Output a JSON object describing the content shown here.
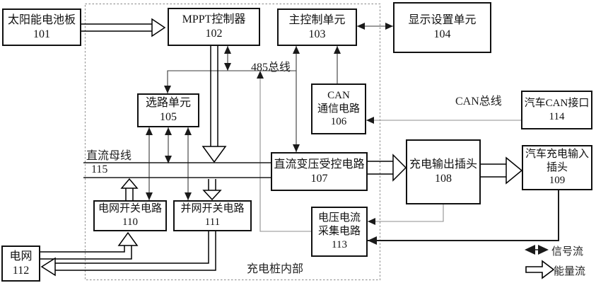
{
  "colors": {
    "box_border": "#111111",
    "signal_line": "#3a3a3a",
    "grey_line": "#8f8f8f",
    "energy_outline": "#000000",
    "dashed_border": "#9a9a9a",
    "background": "#ffffff"
  },
  "boxes": {
    "b101": {
      "lines": [
        "太阳能电池板",
        "101"
      ]
    },
    "b102": {
      "lines": [
        "MPPT控制器",
        "102"
      ]
    },
    "b103": {
      "lines": [
        "主控制单元",
        "103"
      ]
    },
    "b104": {
      "lines": [
        "显示设置单元",
        "104"
      ]
    },
    "b105": {
      "lines": [
        "选路单元",
        "105"
      ]
    },
    "b106": {
      "lines": [
        "CAN",
        "通信电路",
        "106"
      ]
    },
    "b107": {
      "lines": [
        "直流变压受控电路",
        "107"
      ]
    },
    "b108": {
      "lines": [
        "充电输出插头",
        "108"
      ]
    },
    "b109": {
      "lines": [
        "汽车充电输入",
        "插头",
        "109"
      ]
    },
    "b110": {
      "lines": [
        "电网开关电路",
        "110"
      ]
    },
    "b111": {
      "lines": [
        "并网开关电路",
        "111"
      ]
    },
    "b112": {
      "lines": [
        "电网",
        "112"
      ]
    },
    "b113": {
      "lines": [
        "电压电流",
        "采集电路",
        "113"
      ]
    },
    "b114": {
      "lines": [
        "汽车CAN接口",
        "114"
      ]
    }
  },
  "labels": {
    "bus485": "485总线",
    "can_bus": "CAN总线",
    "dc_bus": "直流母线",
    "dc_bus_num": "115",
    "pile_internal": "充电桩内部",
    "legend_signal": "信号流",
    "legend_energy": "能量流"
  }
}
